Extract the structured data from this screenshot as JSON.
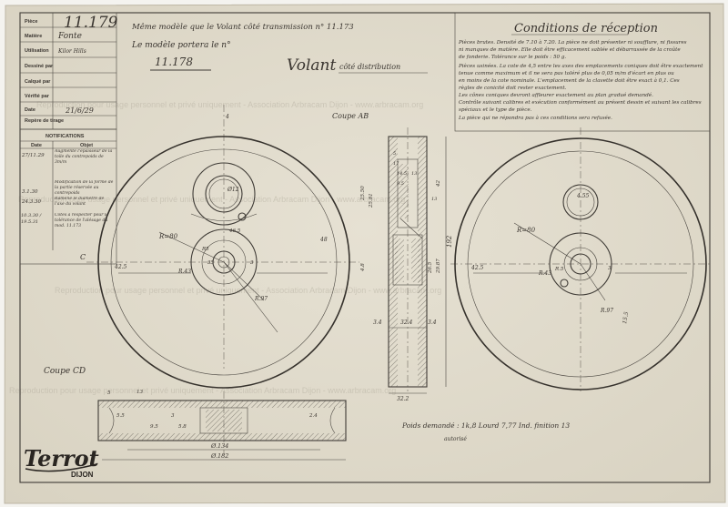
{
  "title_block": {
    "rows": [
      {
        "label": "Pièce",
        "value": "11.179"
      },
      {
        "label": "Matière",
        "value": "Fonte"
      },
      {
        "label": "Utilisation",
        "value": "Kilor Hills"
      },
      {
        "label": "Dessiné par",
        "value": ""
      },
      {
        "label": "Calqué par",
        "value": ""
      },
      {
        "label": "Vérifié par",
        "value": ""
      },
      {
        "label": "Date",
        "value": "21/6/29"
      },
      {
        "label": "Repère de tirage",
        "value": ""
      }
    ]
  },
  "modifications": {
    "title": "NOTIFICATIONS",
    "col_date": "Date",
    "col_object": "Objet",
    "entries": [
      {
        "date": "27/11.29",
        "text": "Augmenté l'épaisseur de la toile du contrepoids de 3m/m"
      },
      {
        "date": "3.1.30",
        "text": "Modification de la forme de la partie réservée au contrepoids"
      },
      {
        "date": "24.3.30",
        "text": "Ramené le diamètre de l'axe du volant"
      },
      {
        "date": "10.3.30 / 19.5.31",
        "text": "Cotes à respecter pour la tolérance de l'alésage du mod. 11.173"
      }
    ],
    "mark": "C"
  },
  "header_notes": {
    "line1": "Même modèle que le Volant côté transmission n° 11.173",
    "line2": "Le modèle portera le n°",
    "model_no": "11.178",
    "part_name": "Volant",
    "part_side": "côté distribution",
    "section_label": "Coupe AB"
  },
  "reception": {
    "title": "Conditions de réception",
    "lines": [
      "Pièces brutes. Densité de 7.10 à 7.20. La pièce ne doit présenter ni soufflure, ni fissures",
      "ni manques de matière. Elle doit être efficacement sablée et débarrassée de la croûte",
      "de fonderie. Tolérance sur le poids : 50 g.",
      "Pièces usinées. La cote de 4,5 entre les axes des emplacements coniques doit être exactement",
      "tenue comme maximum et il ne sera pas toléré plus de 0,05 m/m d'écart en plus ou",
      "en moins de la cote nominale. L'emplacement de la clavette doit être exact à 0,1. Ces",
      "règles de conicité doit rester exactement.",
      "Les cônes coniques devront affleurer exactement au plan gradué demandé.",
      "Contrôle suivant calibres et exécution conformément au présent dessin et suivant les calibres",
      "spéciaux et le type de pièce.",
      "La pièce qui ne répondra pas à ces conditions sera refusée."
    ]
  },
  "dimensions": {
    "left_view": [
      "R=80",
      "42.5",
      "R.43",
      "R5",
      "R.97",
      "3",
      "Ø12",
      "48",
      "4",
      "46.5",
      "35"
    ],
    "section": [
      "5",
      "17",
      "14.5",
      "9.5",
      "13",
      "25.81",
      "25.50",
      "42",
      "13",
      "29.87",
      "26.5",
      "4.8",
      "192",
      "3.4",
      "32.4",
      "3.4",
      "32.2"
    ],
    "right_view": [
      "R=80",
      "4.55",
      "R.43",
      "R.5",
      "R.97",
      "42.5",
      "15.5",
      "3"
    ],
    "bottom_view": [
      "Ø.134",
      "Ø.182",
      "5",
      "9.5",
      "3",
      "13",
      "5.8",
      "2.4",
      "5.5"
    ],
    "coupe_label": "Coupe CD"
  },
  "bottom_notes": {
    "text": "Poids demandé : 1k,8  Lourd 7,77  Ind. finition 13",
    "signature": "autorisé"
  },
  "brand": {
    "logo": "Terrot",
    "city": "DIJON"
  },
  "watermark": "Reproduction pour usage personnel et privé uniquement - Association Arbracam Dijon - www.arbracam.org"
}
